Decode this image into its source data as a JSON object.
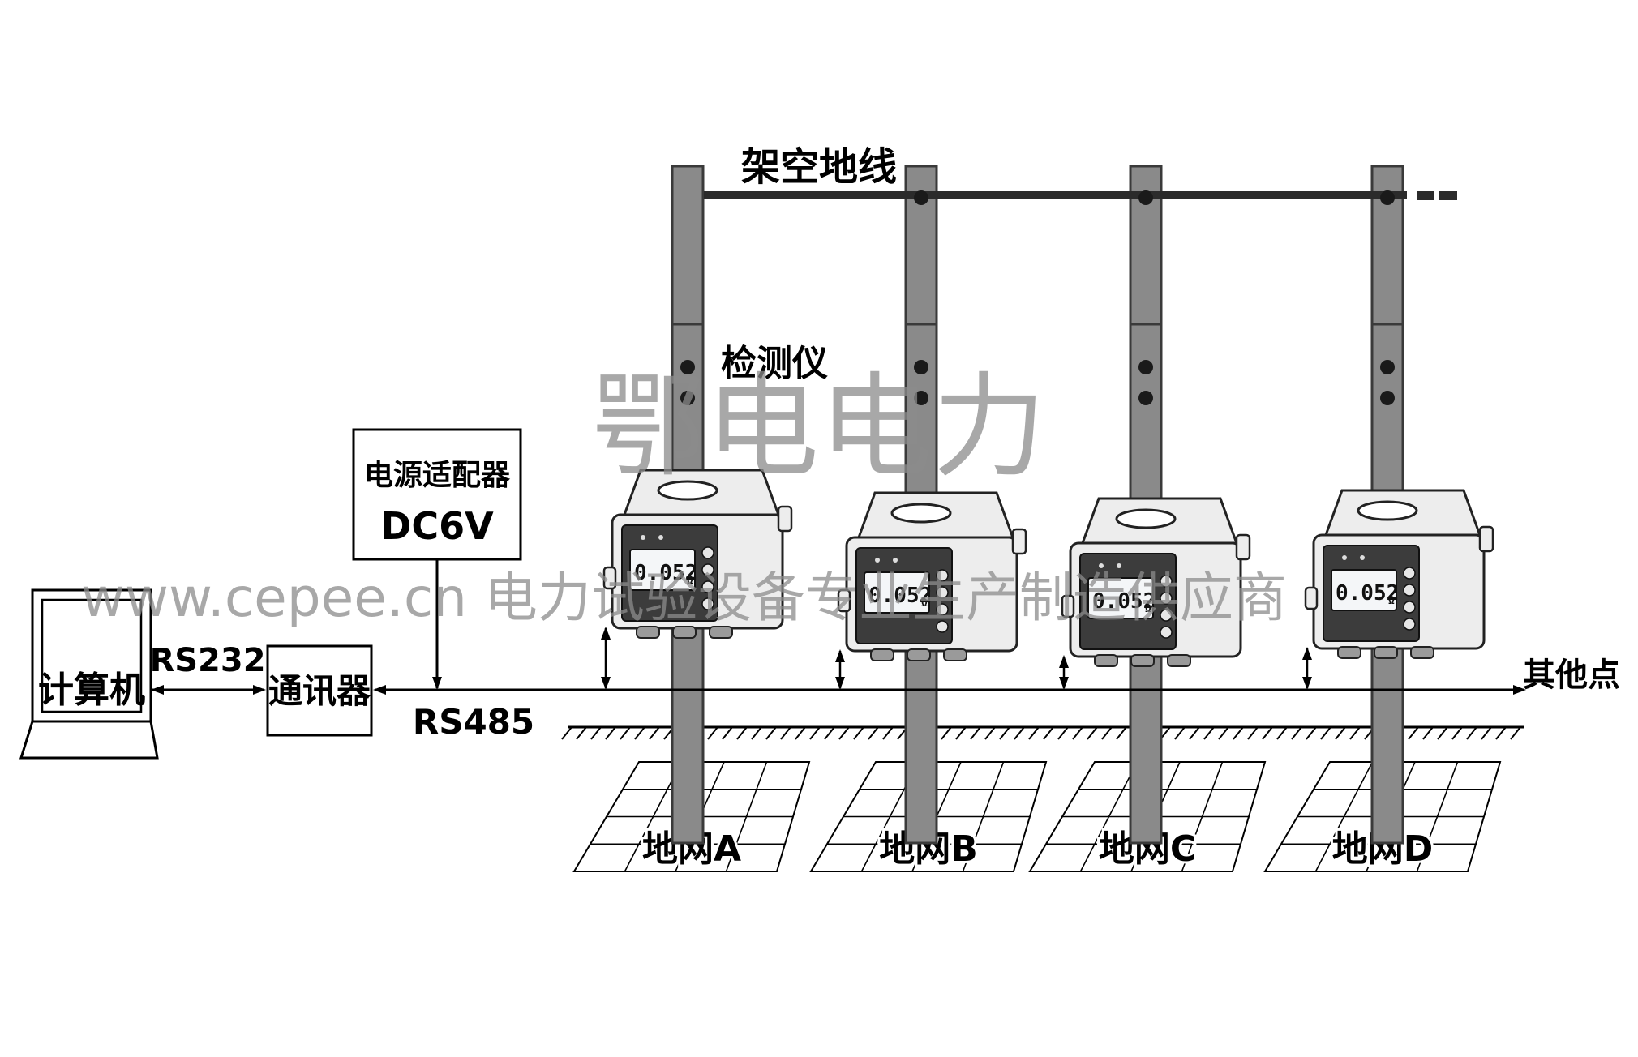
{
  "labels": {
    "overhead_ground_wire": "架空地线",
    "detector": "检测仪",
    "power_adapter": "电源适配器",
    "power_adapter_voltage": "DC6V",
    "computer": "计算机",
    "rs232": "RS232",
    "communicator": "通讯器",
    "rs485": "RS485",
    "other_points": "其他点"
  },
  "devices": [
    {
      "reading": "0.052",
      "unit": "Ω",
      "ground_grid": "地网A"
    },
    {
      "reading": "0.052",
      "unit": "Ω",
      "ground_grid": "地网B"
    },
    {
      "reading": "0.052",
      "unit": "Ω",
      "ground_grid": "地网C"
    },
    {
      "reading": "0.052",
      "unit": "Ω",
      "ground_grid": "地网D"
    }
  ],
  "watermark": {
    "brand": "鄂电电力",
    "site": "www.cepee.cn  电力试验设备专业生产制造供应商"
  },
  "colors": {
    "pole": "#8a8a8a",
    "wire": "#2b2b2b",
    "device_body": "#ededed",
    "panel": "#3c3c3c",
    "lcd": "#f4f6f8",
    "watermark": "#8c8c8c"
  }
}
